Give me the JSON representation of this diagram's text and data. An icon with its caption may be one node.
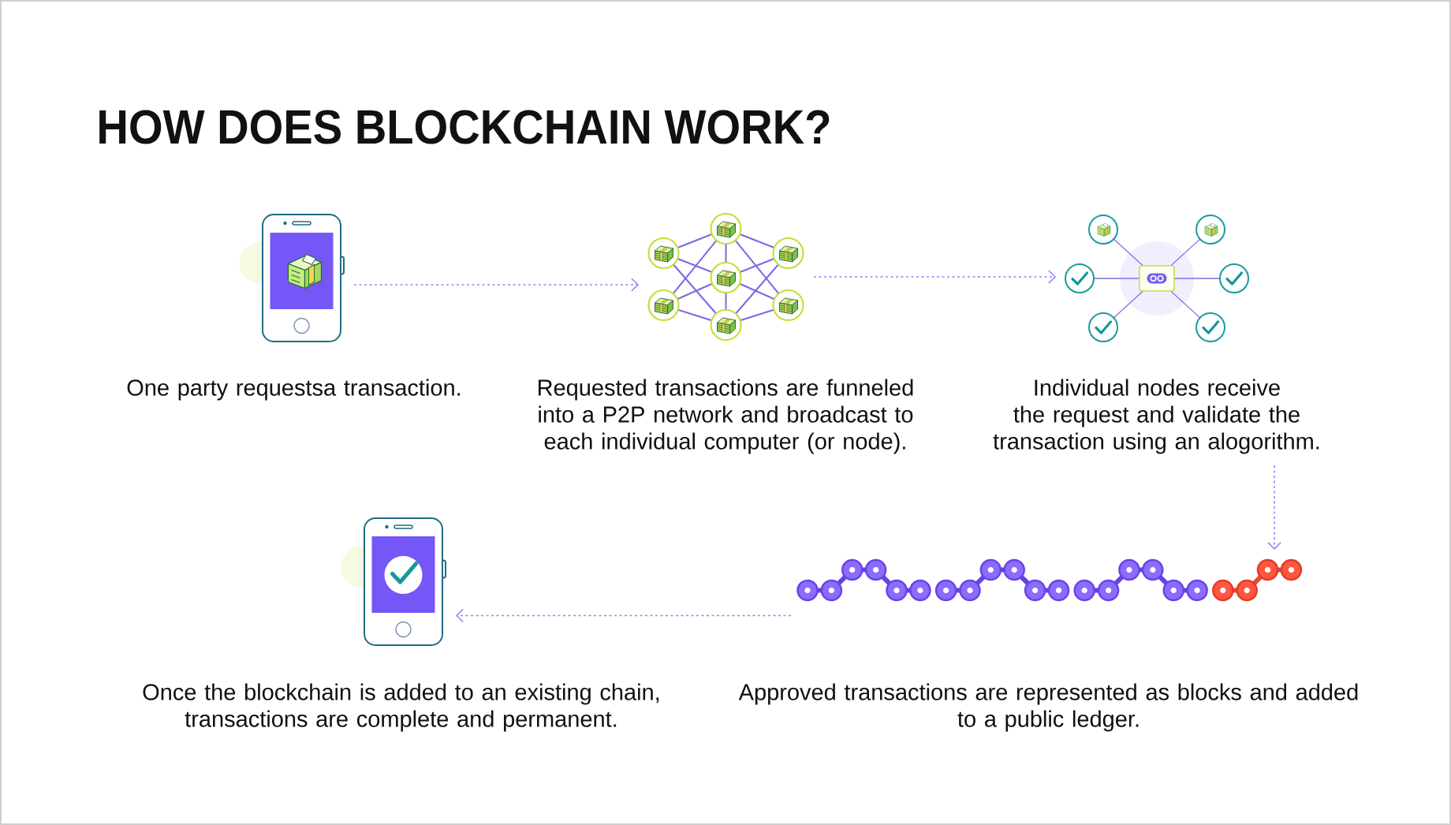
{
  "diagram": {
    "title": "HOW DOES BLOCKCHAIN WORK?",
    "nodes": [
      {
        "text": [
          "One party requestsa transaction."
        ]
      },
      {
        "text": [
          "Requested transactions are funneled into a P2P network and broadcast to each individual computer (or node)."
        ]
      },
      {
        "text": [
          "Individual nodes receive the request and validate the transaction using an alogorithm."
        ]
      },
      {
        "text": [
          "Approved transactions are represented as blocks and added to a public ledger."
        ]
      },
      {
        "text": [
          "Once the blockchain is added to an existing chain, transactions are complete and permanent."
        ]
      }
    ],
    "edges": [
      {
        "from": 0,
        "to": 1,
        "arrow": "to",
        "style": "dashed"
      },
      {
        "from": 1,
        "to": 2,
        "arrow": "to",
        "style": "dashed"
      },
      {
        "from": 2,
        "to": 3,
        "arrow": "to",
        "style": "dashed"
      },
      {
        "from": 3,
        "to": 4,
        "arrow": "to",
        "style": "dashed"
      }
    ]
  }
}
